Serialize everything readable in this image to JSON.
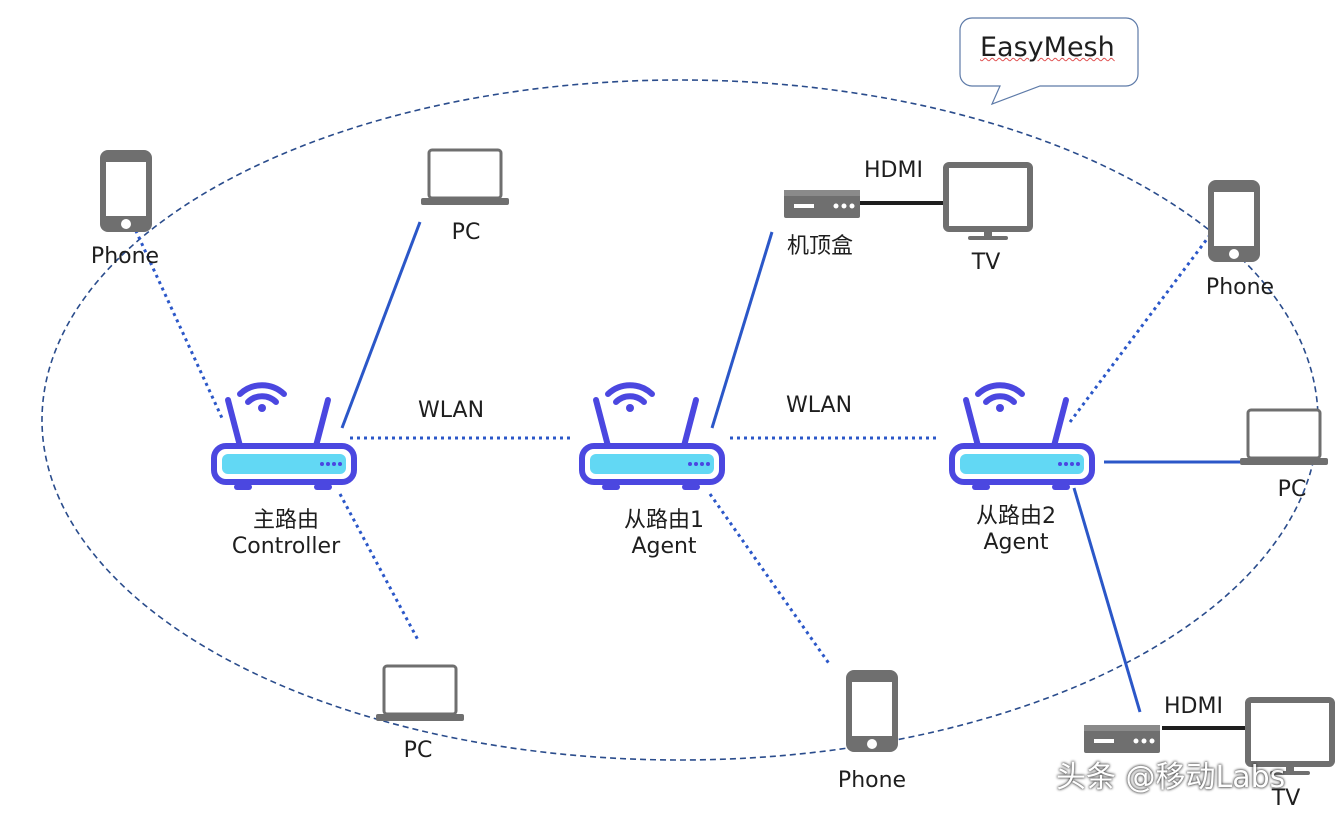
{
  "callout": {
    "text": "EasyMesh"
  },
  "links": {
    "wlan_left": "WLAN",
    "wlan_right": "WLAN",
    "hdmi_top": "HDMI",
    "hdmi_bottom": "HDMI"
  },
  "nodes": {
    "controller": {
      "line1": "主路由",
      "line2": "Controller"
    },
    "agent1": {
      "line1": "从路由1",
      "line2": "Agent"
    },
    "agent2": {
      "line1": "从路由2",
      "line2": "Agent"
    },
    "phone_top_left": "Phone",
    "pc_top": "PC",
    "stb_top": "机顶盒",
    "tv_top": "TV",
    "phone_right": "Phone",
    "pc_right": "PC",
    "pc_bottom_left": "PC",
    "phone_bottom": "Phone",
    "tv_bottom": "TV"
  },
  "watermark": "头条 @移动Labs",
  "colors": {
    "router": "#4b47e0",
    "router_fill": "#62d8f4",
    "link": "#2b57c8",
    "device": "#6f6f6f",
    "ellipse": "#2a4c8c"
  }
}
